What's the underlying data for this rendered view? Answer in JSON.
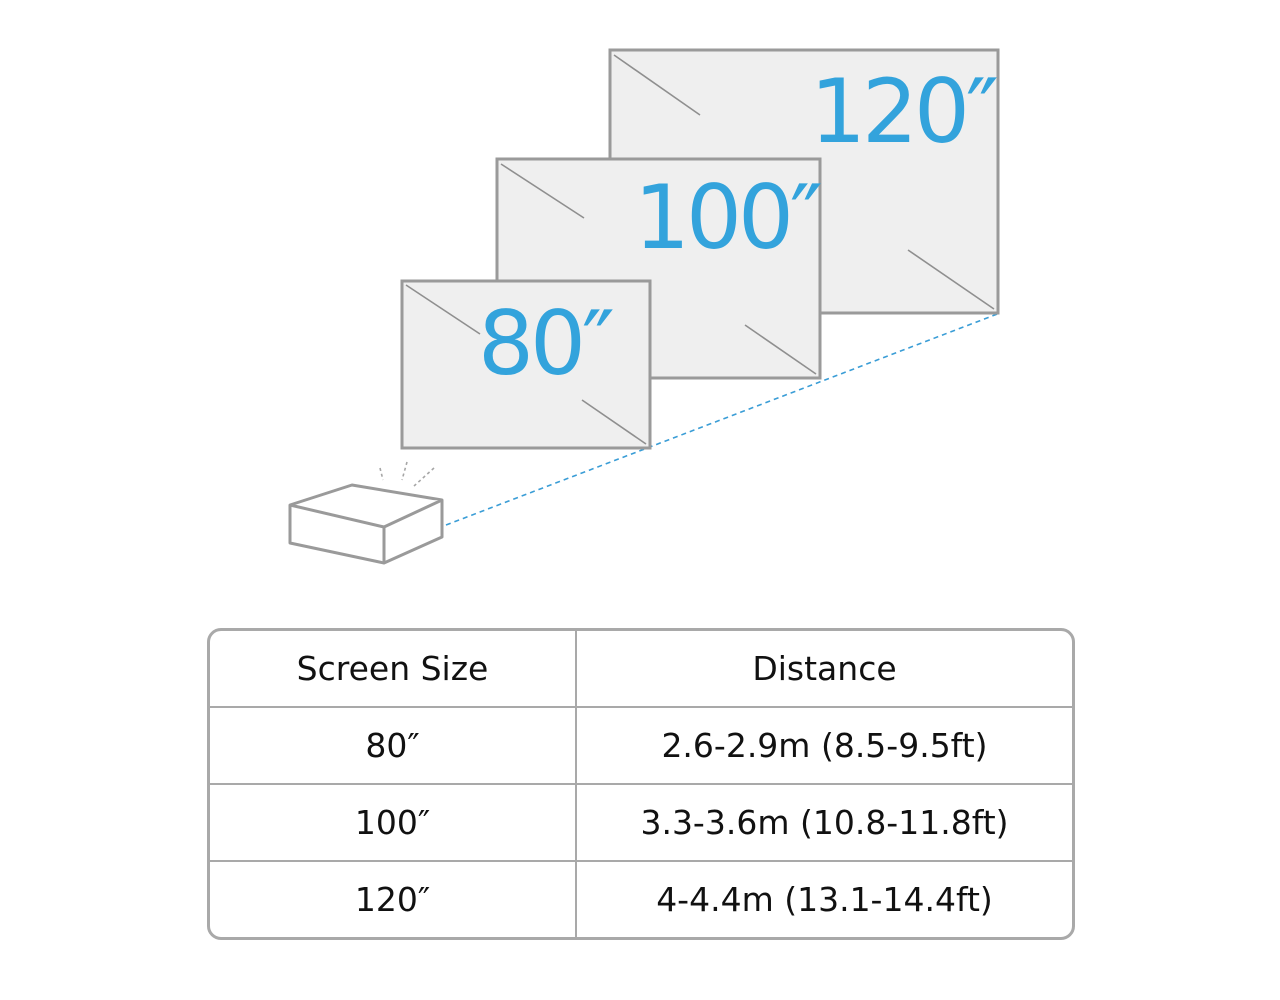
{
  "colors": {
    "accent": "#33a3dc",
    "screen_fill": "#efefef",
    "outline": "#9a9a9a",
    "text": "#111111"
  },
  "diagram": {
    "screens": [
      {
        "label": "120″"
      },
      {
        "label": "100″"
      },
      {
        "label": "80″"
      }
    ]
  },
  "table": {
    "headers": [
      "Screen Size",
      "Distance"
    ],
    "rows": [
      {
        "size": "80″",
        "distance": "2.6-2.9m (8.5-9.5ft)"
      },
      {
        "size": "100″",
        "distance": "3.3-3.6m (10.8-11.8ft)"
      },
      {
        "size": "120″",
        "distance": "4-4.4m (13.1-14.4ft)"
      }
    ]
  }
}
